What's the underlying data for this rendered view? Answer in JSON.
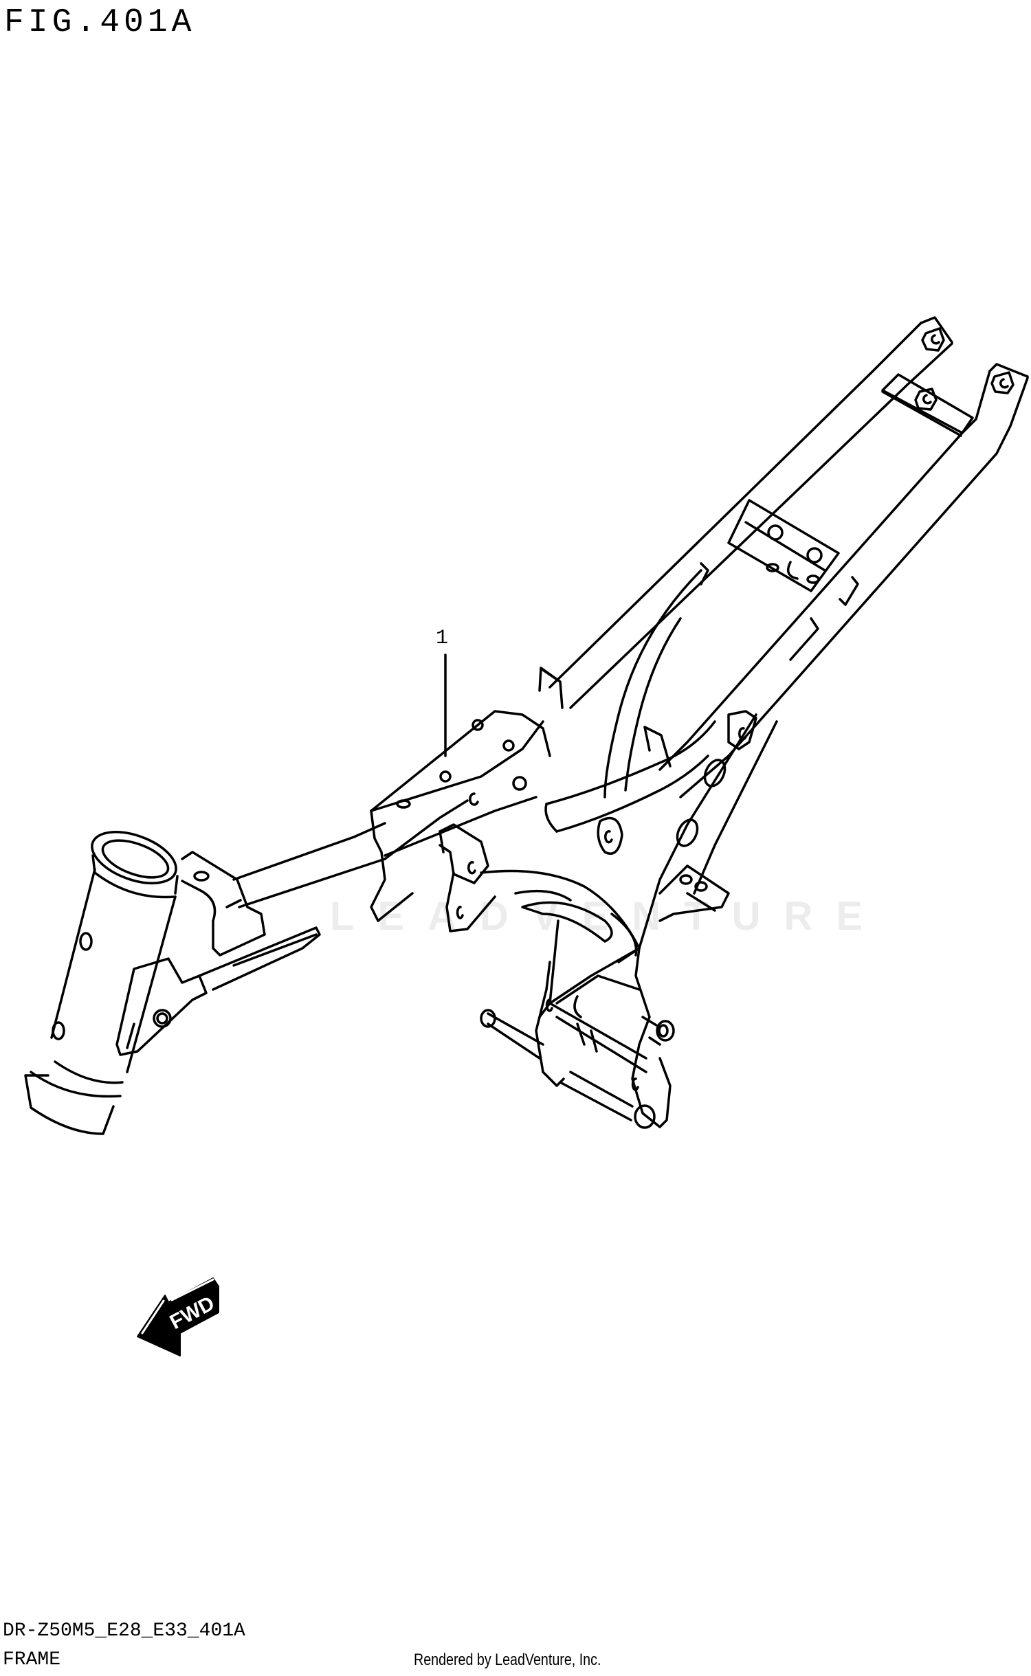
{
  "figure": {
    "title": "FIG.401A",
    "model_code": "DR-Z50M5_E28_E33_401A",
    "section_name": "FRAME"
  },
  "callouts": [
    {
      "number": "1",
      "part": "frame"
    }
  ],
  "direction_indicator": {
    "label": "FWD",
    "icon": "forward-arrow-icon"
  },
  "watermark": {
    "text": "LEADVENTURE"
  },
  "footer": {
    "credit": "Rendered by LeadVenture, Inc."
  },
  "colors": {
    "line": "#000000",
    "background": "#ffffff",
    "watermark": "#e0e0e0"
  }
}
